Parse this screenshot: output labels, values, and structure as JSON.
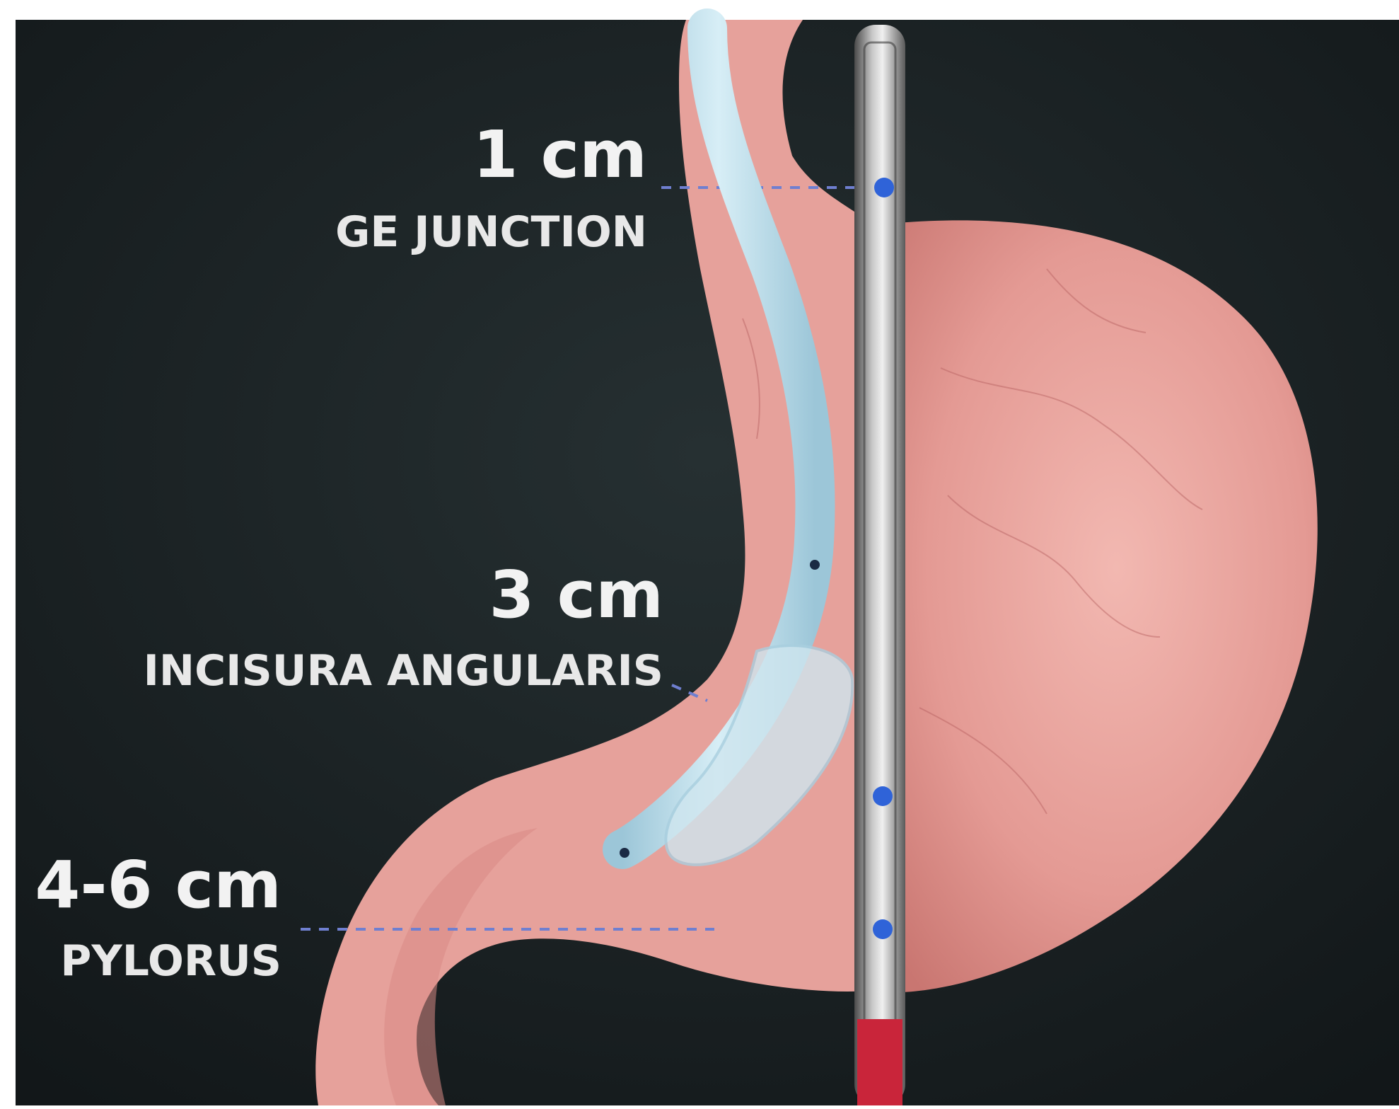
{
  "annotations": [
    {
      "id": "ge-junction",
      "distance": "1 cm",
      "name": "GE JUNCTION"
    },
    {
      "id": "incisura",
      "distance": "3 cm",
      "name": "INCISURA ANGULARIS"
    },
    {
      "id": "pylorus",
      "distance": "4-6 cm",
      "name": "PYLORUS"
    }
  ],
  "colors": {
    "background": "#1b2123",
    "stomach": "#e9a49f",
    "bougie": "#bfe0ee",
    "marker": "#2f63d8",
    "instrument": "#8c8c8c",
    "instrument_tip": "#c9253a"
  },
  "icons": [
    "bougie-tube",
    "surgical-stapler",
    "measurement-marker"
  ]
}
